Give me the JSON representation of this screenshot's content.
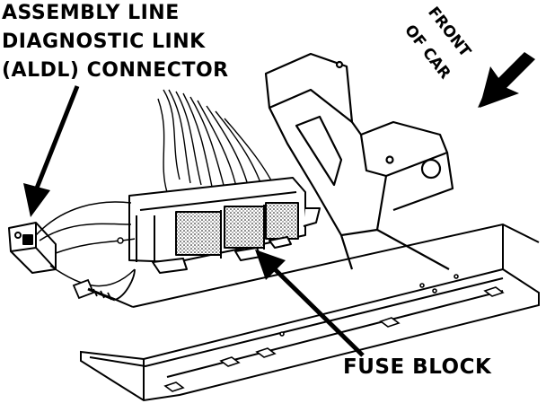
{
  "labels": {
    "aldl_line1": "ASSEMBLY LINE",
    "aldl_line2": "DIAGNOSTIC LINK",
    "aldl_line3": "(ALDL) CONNECTOR",
    "fuse_block": "FUSE BLOCK",
    "front_line1": "FRONT",
    "front_line2": "OF CAR"
  },
  "colors": {
    "ink": "#000000",
    "paper": "#ffffff",
    "shade": "#9a9a9a"
  }
}
